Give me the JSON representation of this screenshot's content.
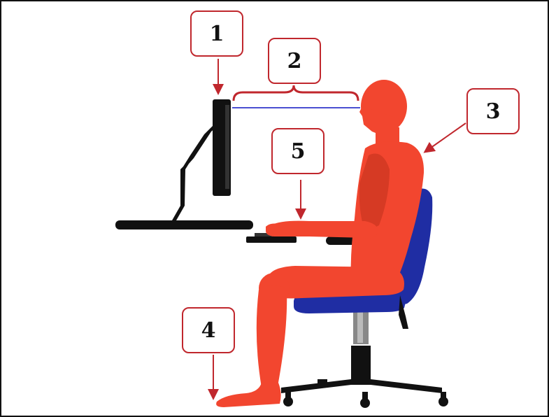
{
  "labels": [
    {
      "id": "1",
      "text": "1"
    },
    {
      "id": "2",
      "text": "2"
    },
    {
      "id": "3",
      "text": "3"
    },
    {
      "id": "4",
      "text": "4"
    },
    {
      "id": "5",
      "text": "5"
    }
  ],
  "colors": {
    "body": "#f2462f",
    "body_shadow": "#d63a24",
    "chair_seat": "#1f2da3",
    "monitor": "#111111",
    "callout": "#c0272d",
    "sightline": "#4a4fd1"
  }
}
